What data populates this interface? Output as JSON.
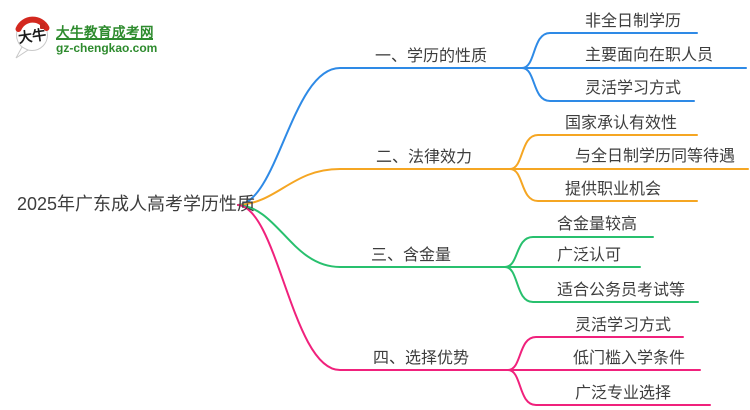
{
  "logo": {
    "icon_text": "大牛",
    "site_name": "大牛教育成考网",
    "site_url": "gz-chengkao.com",
    "brand_green": "#2E8B2E",
    "brand_red": "#D3281F"
  },
  "mindmap": {
    "root": "2025年广东成人高考学历性质",
    "branches": [
      {
        "label": "一、学历的性质",
        "color": "#2E8AE6",
        "children": [
          "非全日制学历",
          "主要面向在职人员",
          "灵活学习方式"
        ]
      },
      {
        "label": "二、法律效力",
        "color": "#F5A623",
        "children": [
          "国家承认有效性",
          "与全日制学历同等待遇",
          "提供职业机会"
        ]
      },
      {
        "label": "三、含金量",
        "color": "#28C06E",
        "children": [
          "含金量较高",
          "广泛认可",
          "适合公务员考试等"
        ]
      },
      {
        "label": "四、选择优势",
        "color": "#F0217C",
        "children": [
          "灵活学习方式",
          "低门槛入学条件",
          "广泛专业选择"
        ]
      }
    ]
  }
}
